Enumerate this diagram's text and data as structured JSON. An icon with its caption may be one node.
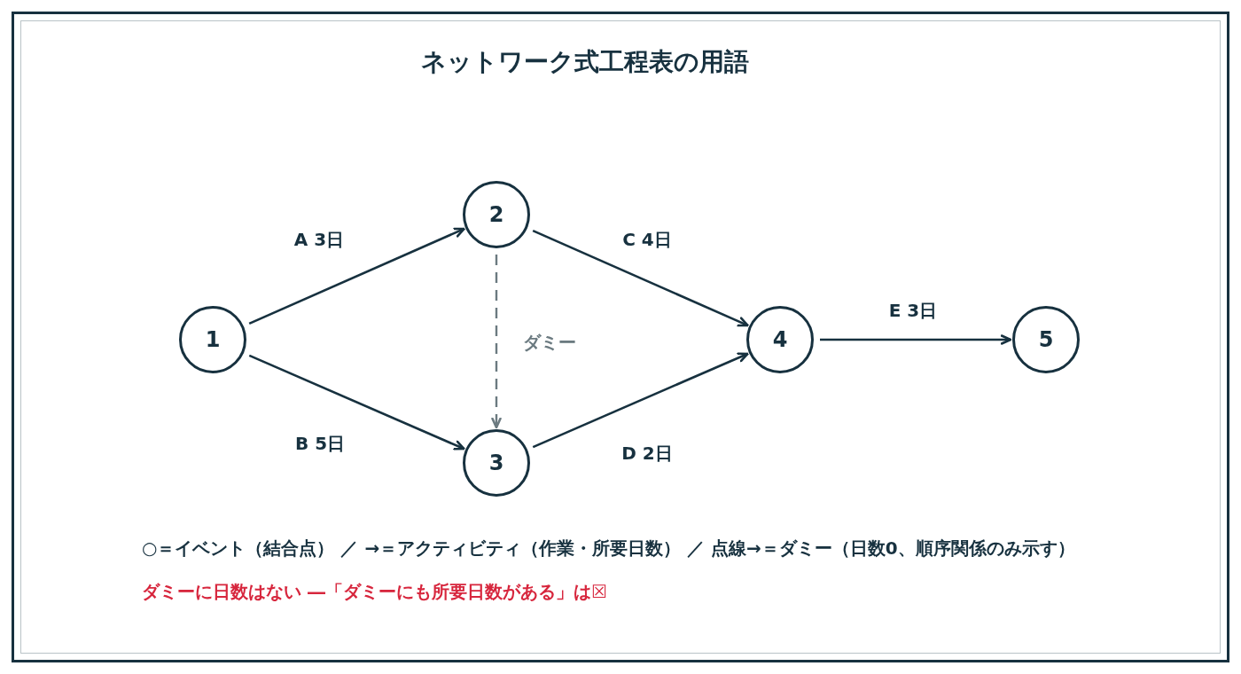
{
  "diagram": {
    "title": "ネットワーク式工程表の用語",
    "nodes": [
      {
        "text": [
          "1"
        ]
      },
      {
        "text": [
          "2"
        ]
      },
      {
        "text": [
          "3"
        ]
      },
      {
        "text": [
          "4"
        ]
      },
      {
        "text": [
          "5"
        ]
      }
    ],
    "edges": [
      {
        "from": 0,
        "to": 1,
        "arrow": "to",
        "label": "A 3日"
      },
      {
        "from": 0,
        "to": 2,
        "arrow": "to",
        "label": "B 5日"
      },
      {
        "from": 1,
        "to": 3,
        "arrow": "to",
        "label": "C 4日"
      },
      {
        "from": 2,
        "to": 3,
        "arrow": "to",
        "label": "D 2日"
      },
      {
        "from": 3,
        "to": 4,
        "arrow": "to",
        "label": "E 3日"
      },
      {
        "from": 1,
        "to": 2,
        "arrow": "to",
        "label": "ダミー",
        "style": "dashed",
        "color": "#6b7a80"
      }
    ],
    "labels": [
      "○＝イベント（結合点） ／ →＝アクティビティ（作業・所要日数） ／ 点線→＝ダミー（日数0、順序関係のみ示す）",
      "ダミーに日数はない ―「ダミーにも所要日数がある」は☒"
    ]
  }
}
